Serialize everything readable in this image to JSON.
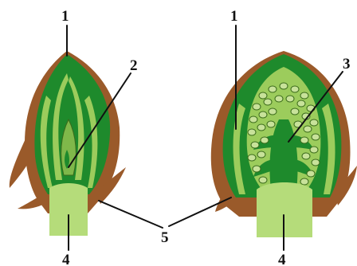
{
  "labels": {
    "left_top": "1",
    "left_inner": "2",
    "left_base": "4",
    "right_top": "1",
    "right_inner": "3",
    "right_base": "4",
    "shared": "5"
  },
  "colors": {
    "scale_brown": "#9a5a2a",
    "leaf_dark_green": "#1e8a2c",
    "tissue_light_green": "#9ccc5c",
    "axis_pale_green": "#b5dc7a",
    "outline": "#3a6a1a"
  }
}
